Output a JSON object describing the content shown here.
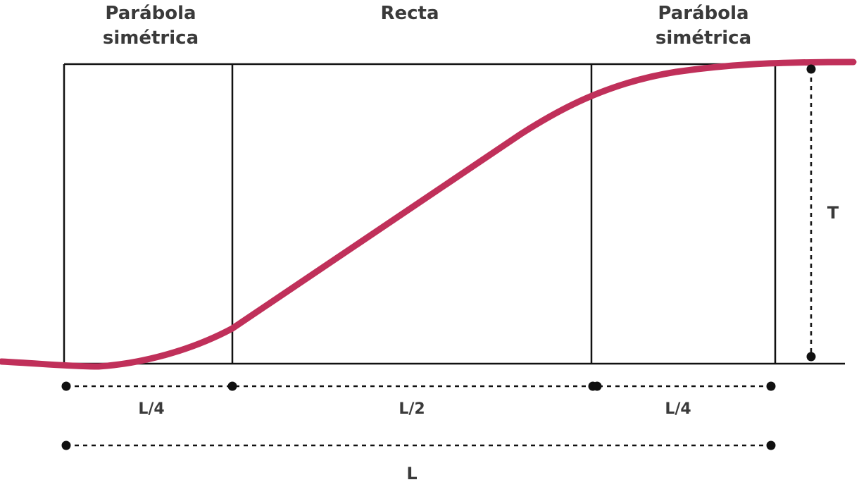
{
  "sections": [
    {
      "label_line1": "Parábola",
      "label_line2": "simétrica"
    },
    {
      "label_line1": "Recta"
    },
    {
      "label_line1": "Parábola",
      "label_line2": "simétrica"
    }
  ],
  "dimensions": {
    "left_quarter": "L/4",
    "middle_half": "L/2",
    "right_quarter": "L/4",
    "total": "L",
    "height": "T"
  },
  "colors": {
    "curve": "#c0305a",
    "lines": "#111111",
    "text": "#3a3a3a"
  }
}
